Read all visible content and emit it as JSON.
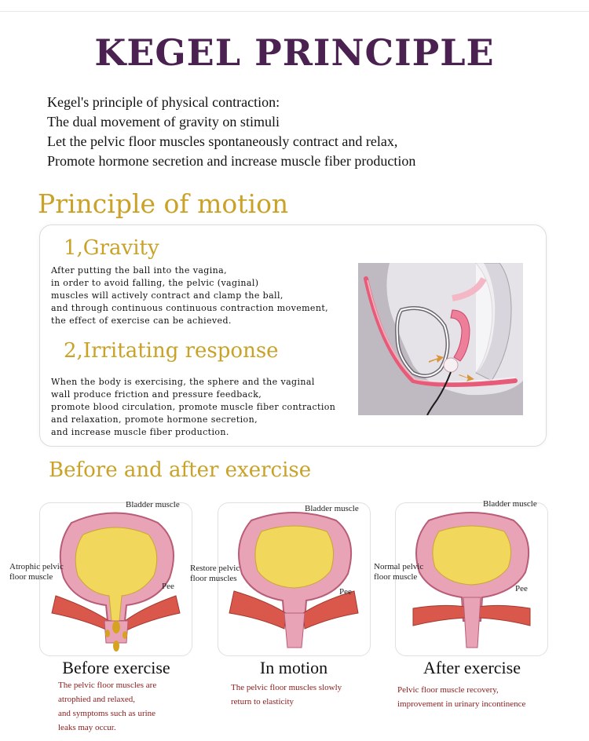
{
  "title": "KEGEL PRINCIPLE",
  "intro": [
    "Kegel's principle of physical contraction:",
    "The dual movement of gravity on stimuli",
    "Let the pelvic floor muscles spontaneously contract and relax,",
    "Promote hormone secretion and increase muscle fiber production"
  ],
  "motion": {
    "heading": "Principle of motion",
    "gravity": {
      "title": "1,Gravity",
      "lines": [
        "After putting the ball into the vagina,",
        "in order to avoid falling, the pelvic (vaginal)",
        "muscles will actively contract and clamp the ball,",
        "and through continuous continuous contraction movement,",
        "the effect of exercise can be achieved."
      ]
    },
    "irritating": {
      "title": "2,Irritating response",
      "lines": [
        "When the body is exercising, the sphere and the vaginal",
        "wall produce friction and pressure feedback,",
        "promote blood circulation, promote muscle fiber contraction",
        "and relaxation, promote hormone secretion,",
        "and increase muscle fiber production."
      ]
    }
  },
  "exercise": {
    "heading": "Before and after exercise",
    "panels": [
      {
        "bladder_label": "Bladder muscle",
        "muscle_label": [
          "Atrophic pelvic",
          "floor muscle"
        ],
        "pee_label": "Pee",
        "caption": "Before exercise",
        "desc": [
          "The pelvic floor muscles are",
          "atrophied and relaxed,",
          "and symptoms such as urine",
          "leaks may occur."
        ]
      },
      {
        "bladder_label": "Bladder muscle",
        "muscle_label": [
          "Restore pelvic",
          "floor muscles"
        ],
        "pee_label": "Pee",
        "caption": "In motion",
        "desc": [
          "The pelvic floor muscles slowly",
          "return to elasticity"
        ]
      },
      {
        "bladder_label": "Bladder muscle",
        "muscle_label": [
          "Normal pelvic",
          "floor muscle"
        ],
        "pee_label": "Pee",
        "caption": "After exercise",
        "desc": [
          "Pelvic floor muscle recovery,",
          "improvement in urinary incontinence"
        ]
      }
    ]
  },
  "colors": {
    "title": "#4a2150",
    "heading_gold": "#c9a227",
    "desc_red": "#8b1a1a",
    "bladder_pink": "#e8a3b6",
    "urine_yellow": "#f1d75c",
    "muscle_red": "#d9584b"
  }
}
